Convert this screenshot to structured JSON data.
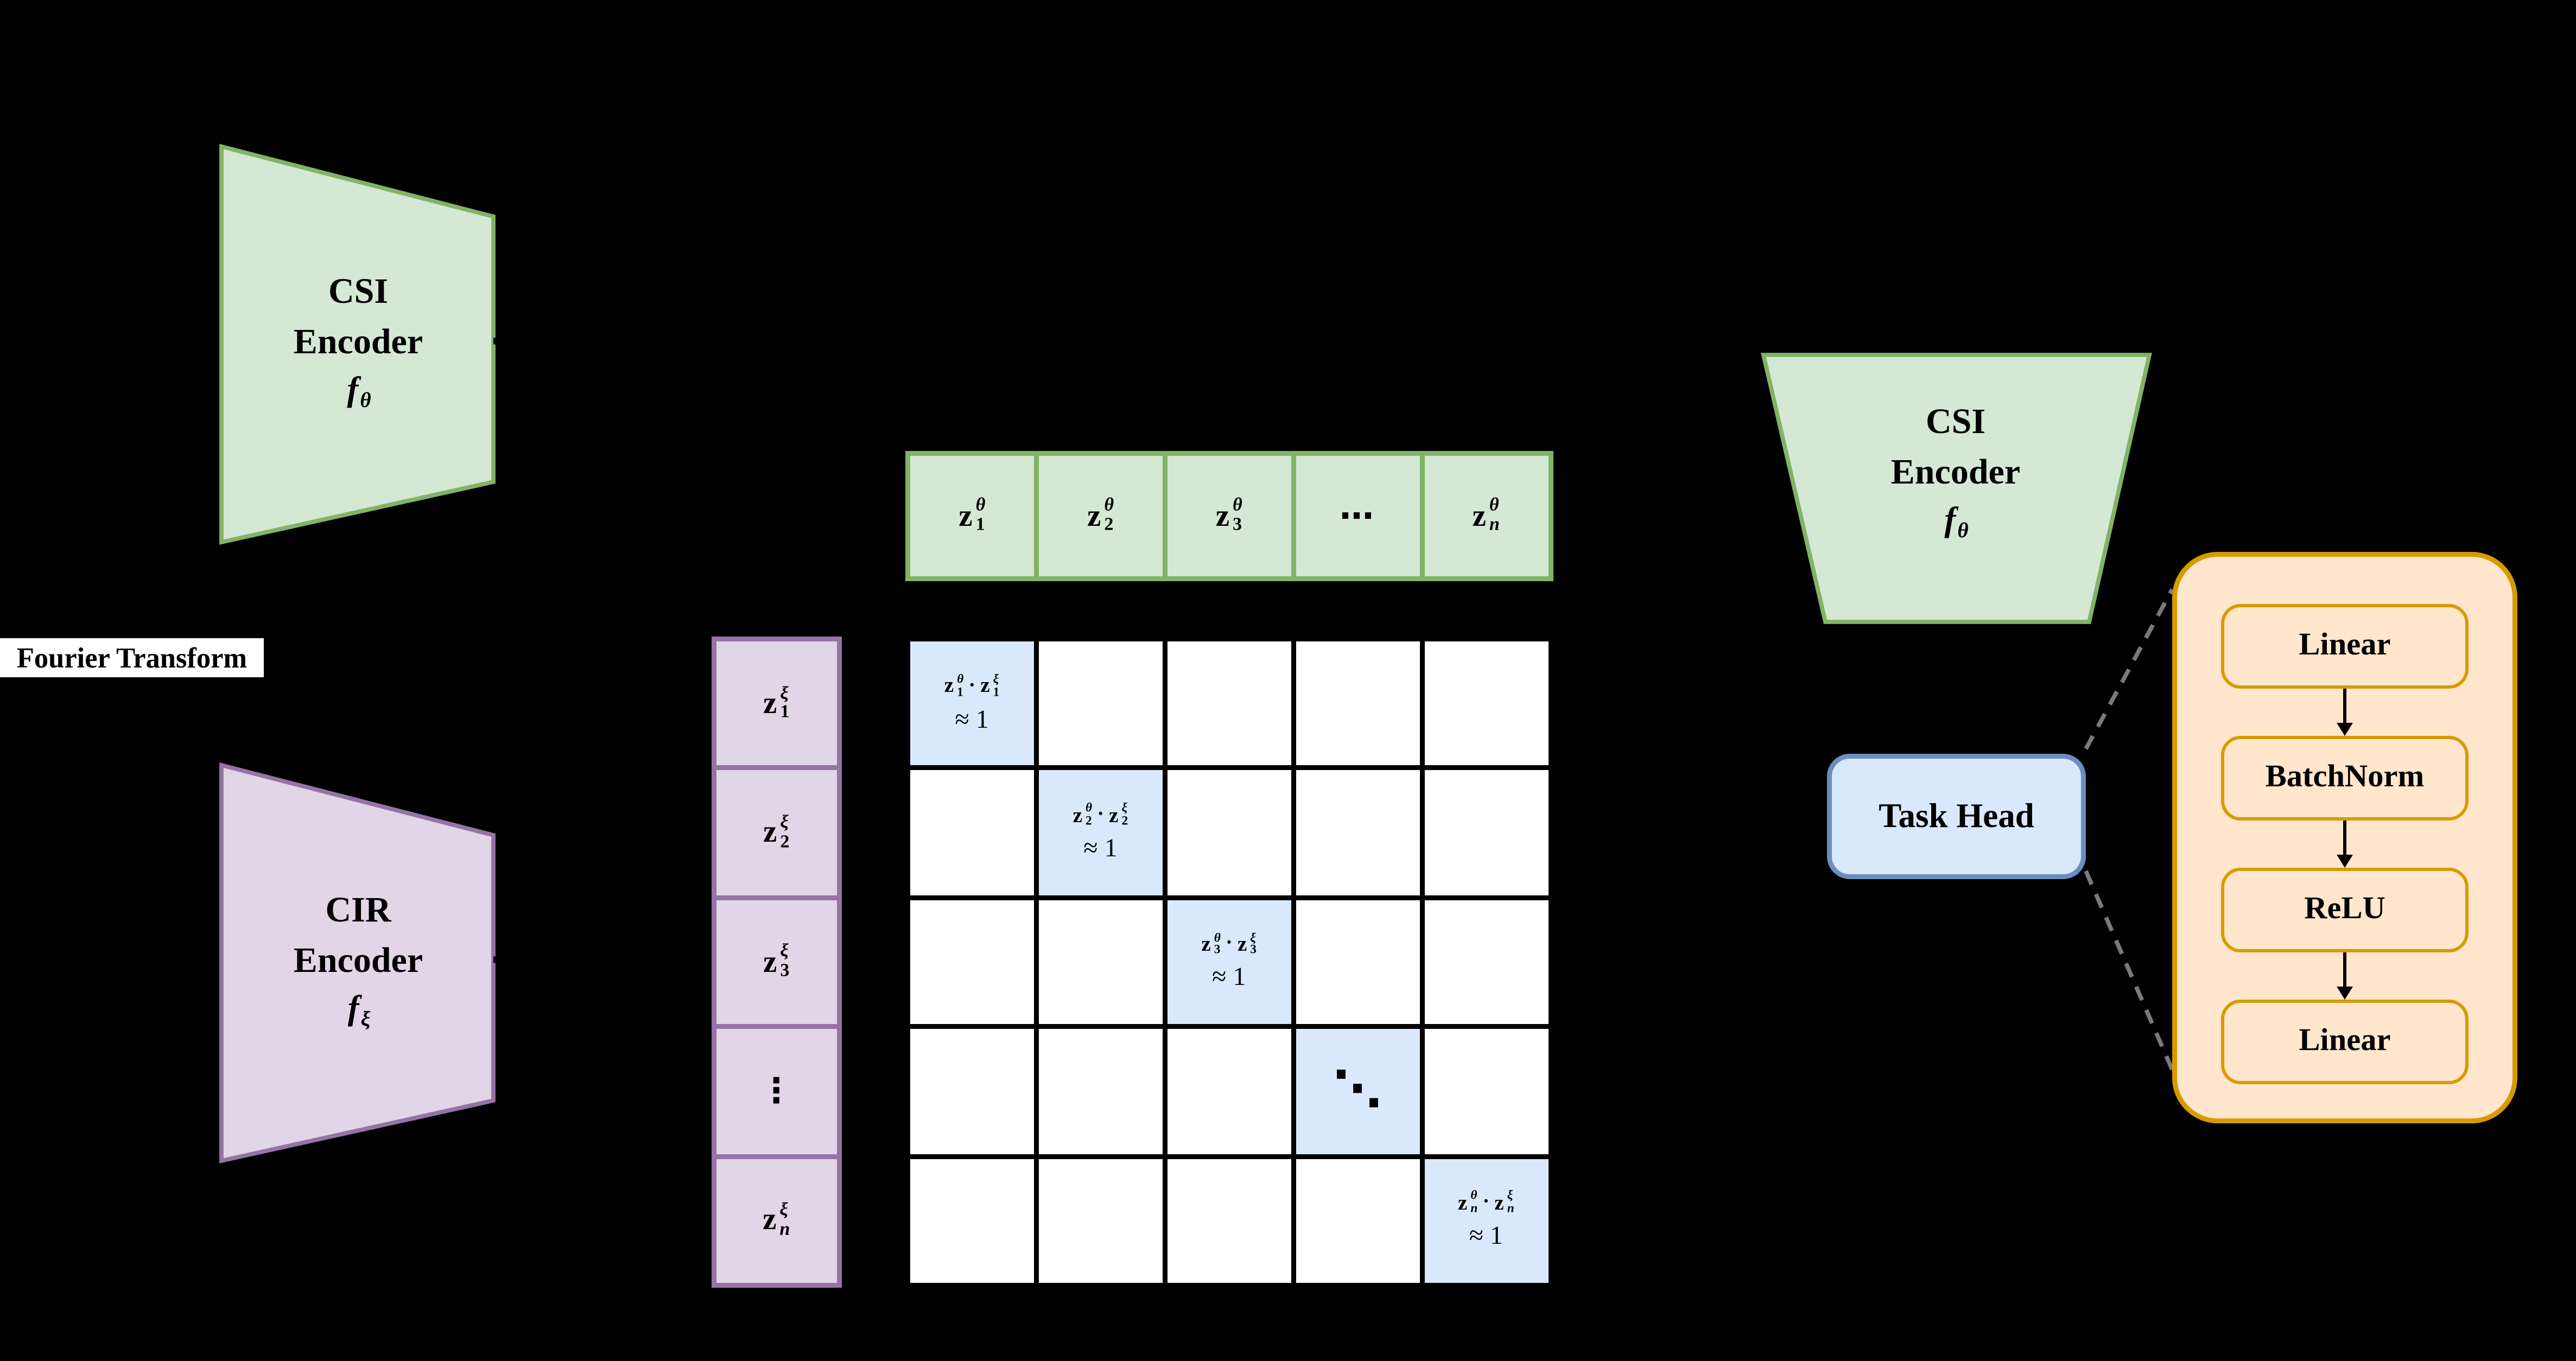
{
  "colors": {
    "background": "#000000",
    "green_fill": "#d5e8d4",
    "green_stroke": "#82b366",
    "purple_fill": "#e1d5e7",
    "purple_stroke": "#9673a6",
    "blue_fill": "#dae8fc",
    "blue_stroke": "#6c8ebf",
    "orange_fill": "#ffe6cc",
    "orange_stroke": "#d79b00",
    "matrix_grid": "#000000",
    "matrix_cell": "#ffffff",
    "dashed_connector": "#7a7a7a",
    "label_bg": "#ffffff",
    "text": "#000000"
  },
  "left_encoder": {
    "title_line1": "CSI",
    "title_line2": "Encoder",
    "fn": "f",
    "fn_sub": "θ"
  },
  "fourier_label": "Fourier Transform",
  "cir_encoder": {
    "title_line1": "CIR",
    "title_line2": "Encoder",
    "fn": "f",
    "fn_sub": "ξ"
  },
  "csi_row": {
    "base": "z",
    "sup": "θ",
    "indices": [
      "1",
      "2",
      "3",
      "⋯",
      "n"
    ]
  },
  "cir_col": {
    "base": "z",
    "sup": "ξ",
    "indices": [
      "1",
      "2",
      "3",
      "⋮",
      "n"
    ]
  },
  "similarity_matrix": {
    "rows": 5,
    "cols": 5,
    "base": "z",
    "sup_row": "θ",
    "sup_col": "ξ",
    "dot": "·",
    "approx_line": "≈ 1",
    "diag_indices": [
      "1",
      "2",
      "3",
      "⋱",
      "n"
    ]
  },
  "right_encoder": {
    "title_line1": "CSI",
    "title_line2": "Encoder",
    "fn": "f",
    "fn_sub": "θ"
  },
  "task_head": "Task Head",
  "task_head_layers": [
    "Linear",
    "BatchNorm",
    "ReLU",
    "Linear"
  ]
}
